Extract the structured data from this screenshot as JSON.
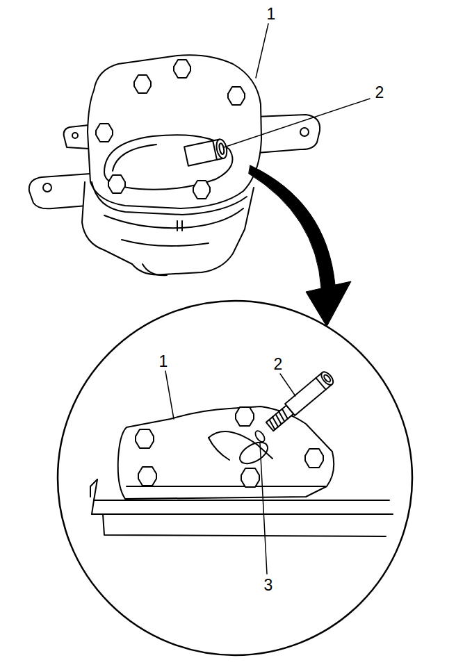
{
  "diagram": {
    "labels": [
      "1",
      "2",
      "1",
      "2",
      "3"
    ]
  }
}
